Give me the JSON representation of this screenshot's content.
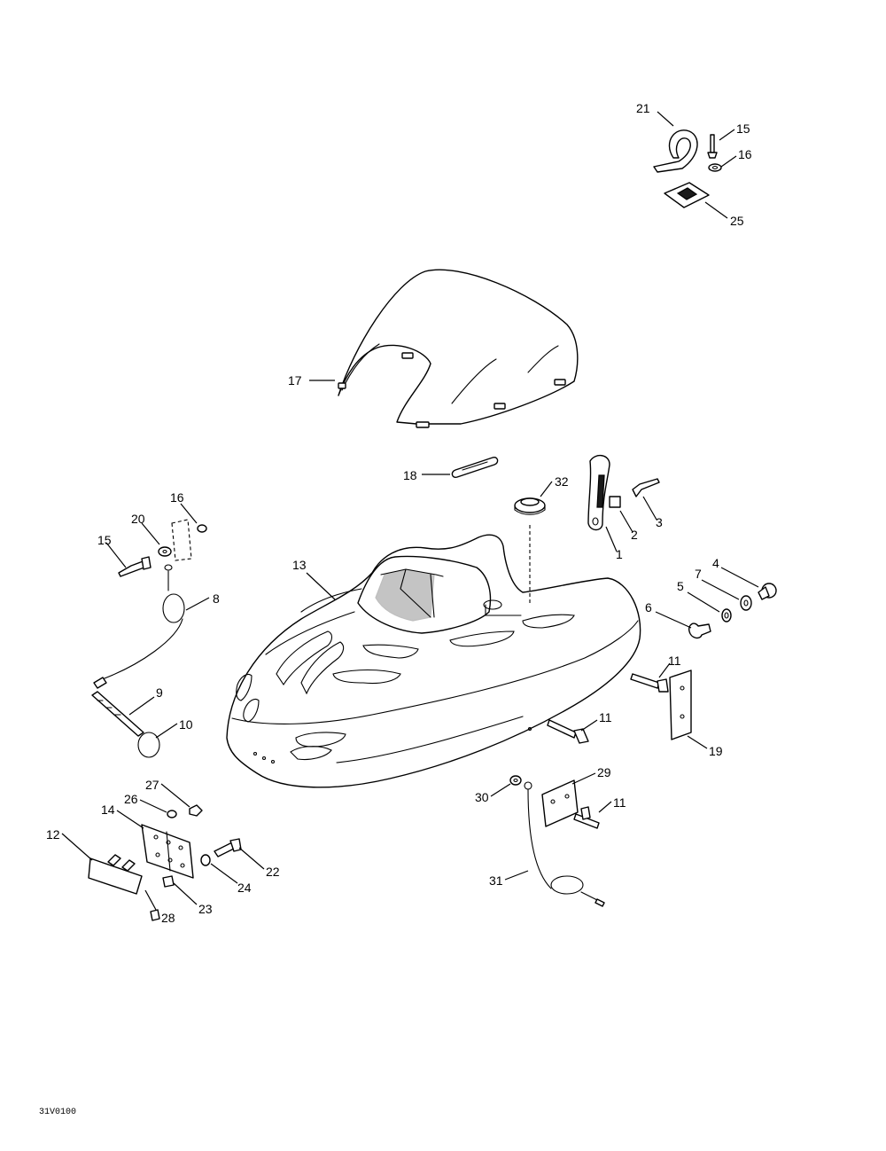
{
  "drawing_code": "31V0100",
  "callouts": [
    {
      "id": "c21",
      "label": "21"
    },
    {
      "id": "c15a",
      "label": "15"
    },
    {
      "id": "c16a",
      "label": "16"
    },
    {
      "id": "c25",
      "label": "25"
    },
    {
      "id": "c17",
      "label": "17"
    },
    {
      "id": "c18",
      "label": "18"
    },
    {
      "id": "c32",
      "label": "32"
    },
    {
      "id": "c1",
      "label": "1"
    },
    {
      "id": "c2",
      "label": "2"
    },
    {
      "id": "c3",
      "label": "3"
    },
    {
      "id": "c16b",
      "label": "16"
    },
    {
      "id": "c20",
      "label": "20"
    },
    {
      "id": "c15b",
      "label": "15"
    },
    {
      "id": "c8",
      "label": "8"
    },
    {
      "id": "c13",
      "label": "13"
    },
    {
      "id": "c4",
      "label": "4"
    },
    {
      "id": "c7",
      "label": "7"
    },
    {
      "id": "c5",
      "label": "5"
    },
    {
      "id": "c6",
      "label": "6"
    },
    {
      "id": "c11a",
      "label": "11"
    },
    {
      "id": "c9",
      "label": "9"
    },
    {
      "id": "c10",
      "label": "10"
    },
    {
      "id": "c11b",
      "label": "11"
    },
    {
      "id": "c19",
      "label": "19"
    },
    {
      "id": "c27",
      "label": "27"
    },
    {
      "id": "c26",
      "label": "26"
    },
    {
      "id": "c14",
      "label": "14"
    },
    {
      "id": "c12",
      "label": "12"
    },
    {
      "id": "c22",
      "label": "22"
    },
    {
      "id": "c24",
      "label": "24"
    },
    {
      "id": "c23",
      "label": "23"
    },
    {
      "id": "c28",
      "label": "28"
    },
    {
      "id": "c30",
      "label": "30"
    },
    {
      "id": "c29",
      "label": "29"
    },
    {
      "id": "c11c",
      "label": "11"
    },
    {
      "id": "c31",
      "label": "31"
    }
  ]
}
